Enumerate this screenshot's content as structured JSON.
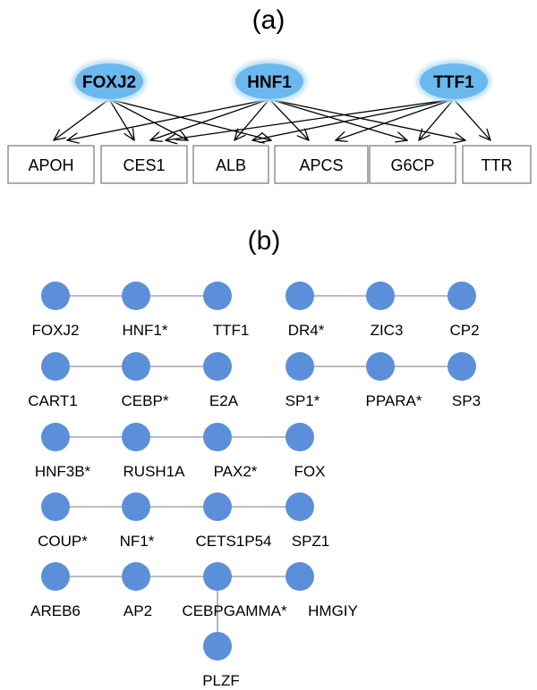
{
  "panel_a": {
    "label": "(a)",
    "regulators": [
      "FOXJ2",
      "HNF1",
      "TTF1"
    ],
    "targets": [
      "APOH",
      "CES1",
      "ALB",
      "APCS",
      "G6CP",
      "TTR"
    ],
    "edges": [
      [
        "FOXJ2",
        "APOH"
      ],
      [
        "FOXJ2",
        "CES1"
      ],
      [
        "FOXJ2",
        "ALB"
      ],
      [
        "FOXJ2",
        "APCS"
      ],
      [
        "HNF1",
        "APOH"
      ],
      [
        "HNF1",
        "CES1"
      ],
      [
        "HNF1",
        "ALB"
      ],
      [
        "HNF1",
        "APCS"
      ],
      [
        "HNF1",
        "G6CP"
      ],
      [
        "HNF1",
        "TTR"
      ],
      [
        "TTF1",
        "CES1"
      ],
      [
        "TTF1",
        "ALB"
      ],
      [
        "TTF1",
        "APCS"
      ],
      [
        "TTF1",
        "G6CP"
      ],
      [
        "TTF1",
        "TTR"
      ]
    ],
    "colors": {
      "regulator_fill": "#6bb8ee",
      "regulator_glow": "#bfe2f8",
      "edge": "#000000",
      "target_border": "#7f7f7f"
    }
  },
  "panel_b": {
    "label": "(b)",
    "nodes": [
      "FOXJ2",
      "HNF1*",
      "TTF1",
      "DR4*",
      "ZIC3",
      "CP2",
      "CART1",
      "CEBP*",
      "E2A",
      "SP1*",
      "PPARA*",
      "SP3",
      "HNF3B*",
      "RUSH1A",
      "PAX2*",
      "FOX",
      "COUP*",
      "NF1*",
      "CETS1P54",
      "SPZ1",
      "AREB6",
      "AP2",
      "CEBPGAMMA*",
      "HMGIY",
      "PLZF"
    ],
    "edges": [
      [
        "FOXJ2",
        "HNF1*"
      ],
      [
        "HNF1*",
        "TTF1"
      ],
      [
        "DR4*",
        "ZIC3"
      ],
      [
        "ZIC3",
        "CP2"
      ],
      [
        "CART1",
        "CEBP*"
      ],
      [
        "CEBP*",
        "E2A"
      ],
      [
        "SP1*",
        "PPARA*"
      ],
      [
        "PPARA*",
        "SP3"
      ],
      [
        "HNF3B*",
        "RUSH1A"
      ],
      [
        "RUSH1A",
        "PAX2*"
      ],
      [
        "PAX2*",
        "FOX"
      ],
      [
        "COUP*",
        "NF1*"
      ],
      [
        "NF1*",
        "CETS1P54"
      ],
      [
        "CETS1P54",
        "SPZ1"
      ],
      [
        "AREB6",
        "AP2"
      ],
      [
        "AP2",
        "CEBPGAMMA*"
      ],
      [
        "CEBPGAMMA*",
        "HMGIY"
      ],
      [
        "CEBPGAMMA*",
        "PLZF"
      ]
    ],
    "colors": {
      "node_fill": "#5b8fd9",
      "edge": "#a6a6a6"
    }
  }
}
